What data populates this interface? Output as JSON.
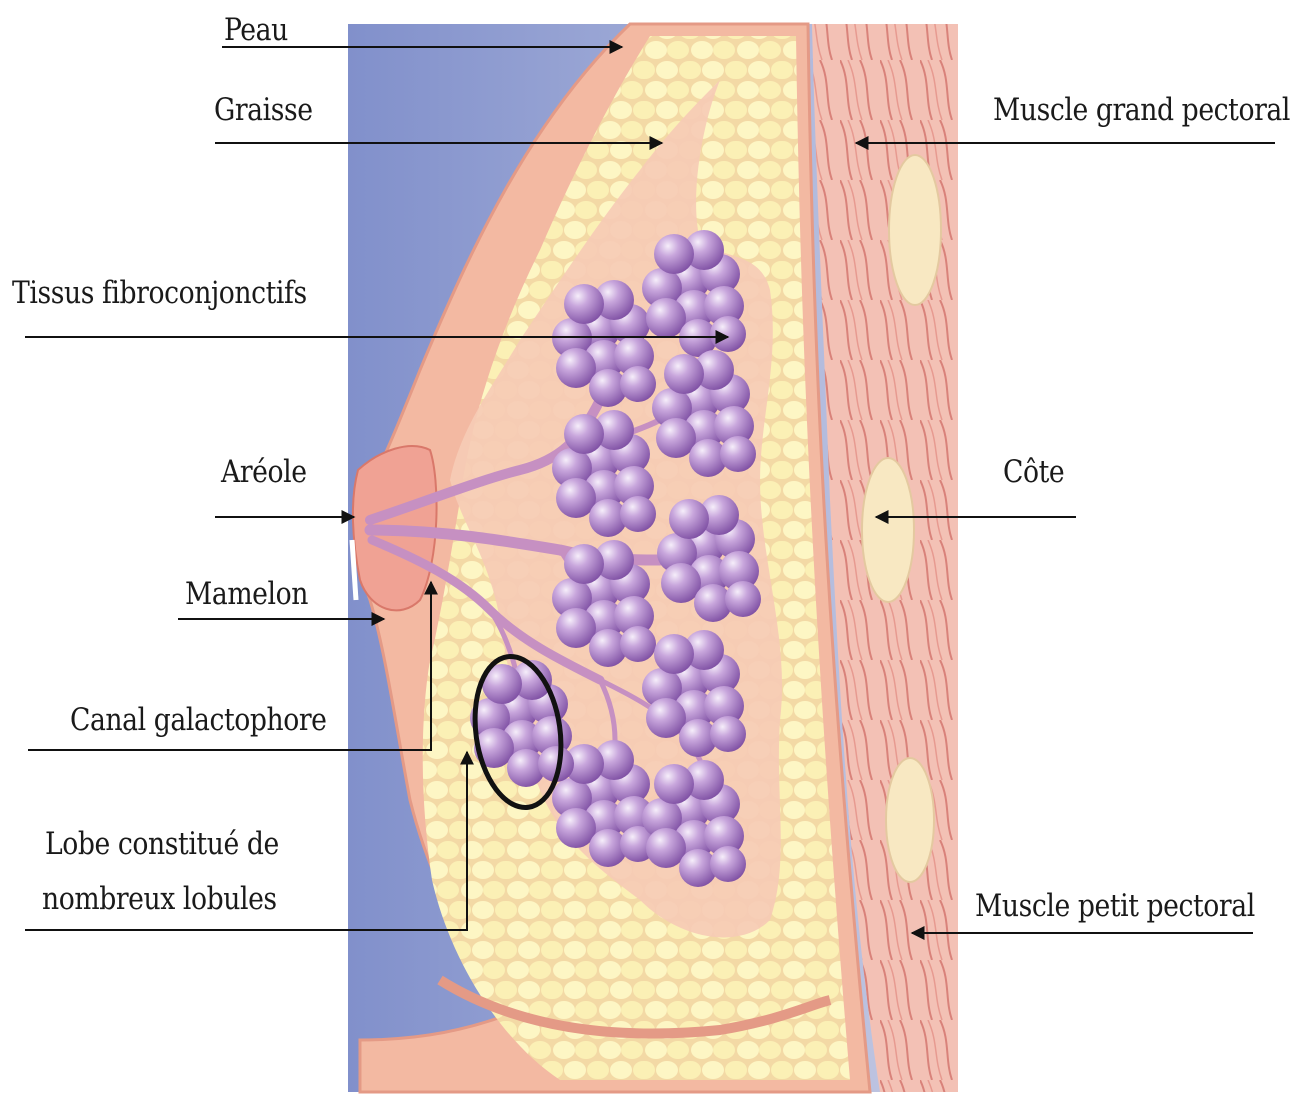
{
  "labels": {
    "peau": "Peau",
    "graisse": "Graisse",
    "tissus": "Tissus fibroconjonctifs",
    "areole": "Aréole",
    "mamelon": "Mamelon",
    "canal": "Canal galactophore",
    "lobe_line1": "Lobe constitué de",
    "lobe_line2": "nombreux lobules",
    "muscle_grand": "Muscle grand pectoral",
    "cote": "Côte",
    "muscle_petit": "Muscle petit pectoral"
  },
  "colors": {
    "background_panel": "#8b98cf",
    "skin": "#f2b9a6",
    "fat": "#fbf1b5",
    "fibrous": "#f6cbb5",
    "lobules": "#a77cc4",
    "muscle": "#f0b7ac",
    "rib": "#f8e8c2",
    "leader_line": "#111111"
  }
}
